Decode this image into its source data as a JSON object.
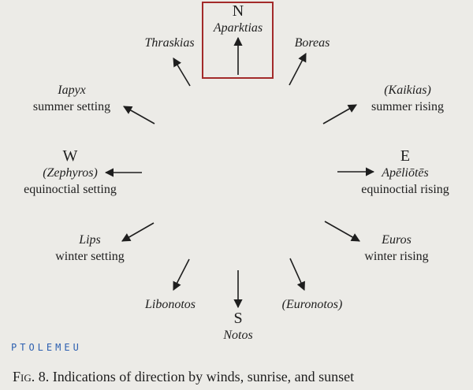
{
  "winds": {
    "north": {
      "cardinal": "N",
      "name": "Aparktias"
    },
    "nne": {
      "name": "Boreas"
    },
    "ene": {
      "name": "(Kaikias)",
      "desc": "summer rising"
    },
    "east": {
      "cardinal": "E",
      "name": "Apēliōtēs",
      "desc": "equinoctial rising"
    },
    "ese": {
      "name": "Euros",
      "desc": "winter rising"
    },
    "sse": {
      "name": "(Euronotos)"
    },
    "south": {
      "cardinal": "S",
      "name": "Notos"
    },
    "ssw": {
      "name": "Libonotos"
    },
    "wsw": {
      "name": "Lips",
      "desc": "winter setting"
    },
    "west": {
      "cardinal": "W",
      "name": "(Zephyros)",
      "desc": "equinoctial setting"
    },
    "wnw": {
      "name": "Iapyx",
      "desc": "summer setting"
    },
    "nnw": {
      "name": "Thraskias"
    }
  },
  "stamp": "PTOLEMEU",
  "caption": {
    "prefix": "Fig. 8.",
    "text": "Indications of direction by winds, sunrise, and sunset"
  },
  "colors": {
    "highlight": "#a32a2a",
    "stamp": "#2c5fb0",
    "ink": "#1e1e1e"
  }
}
